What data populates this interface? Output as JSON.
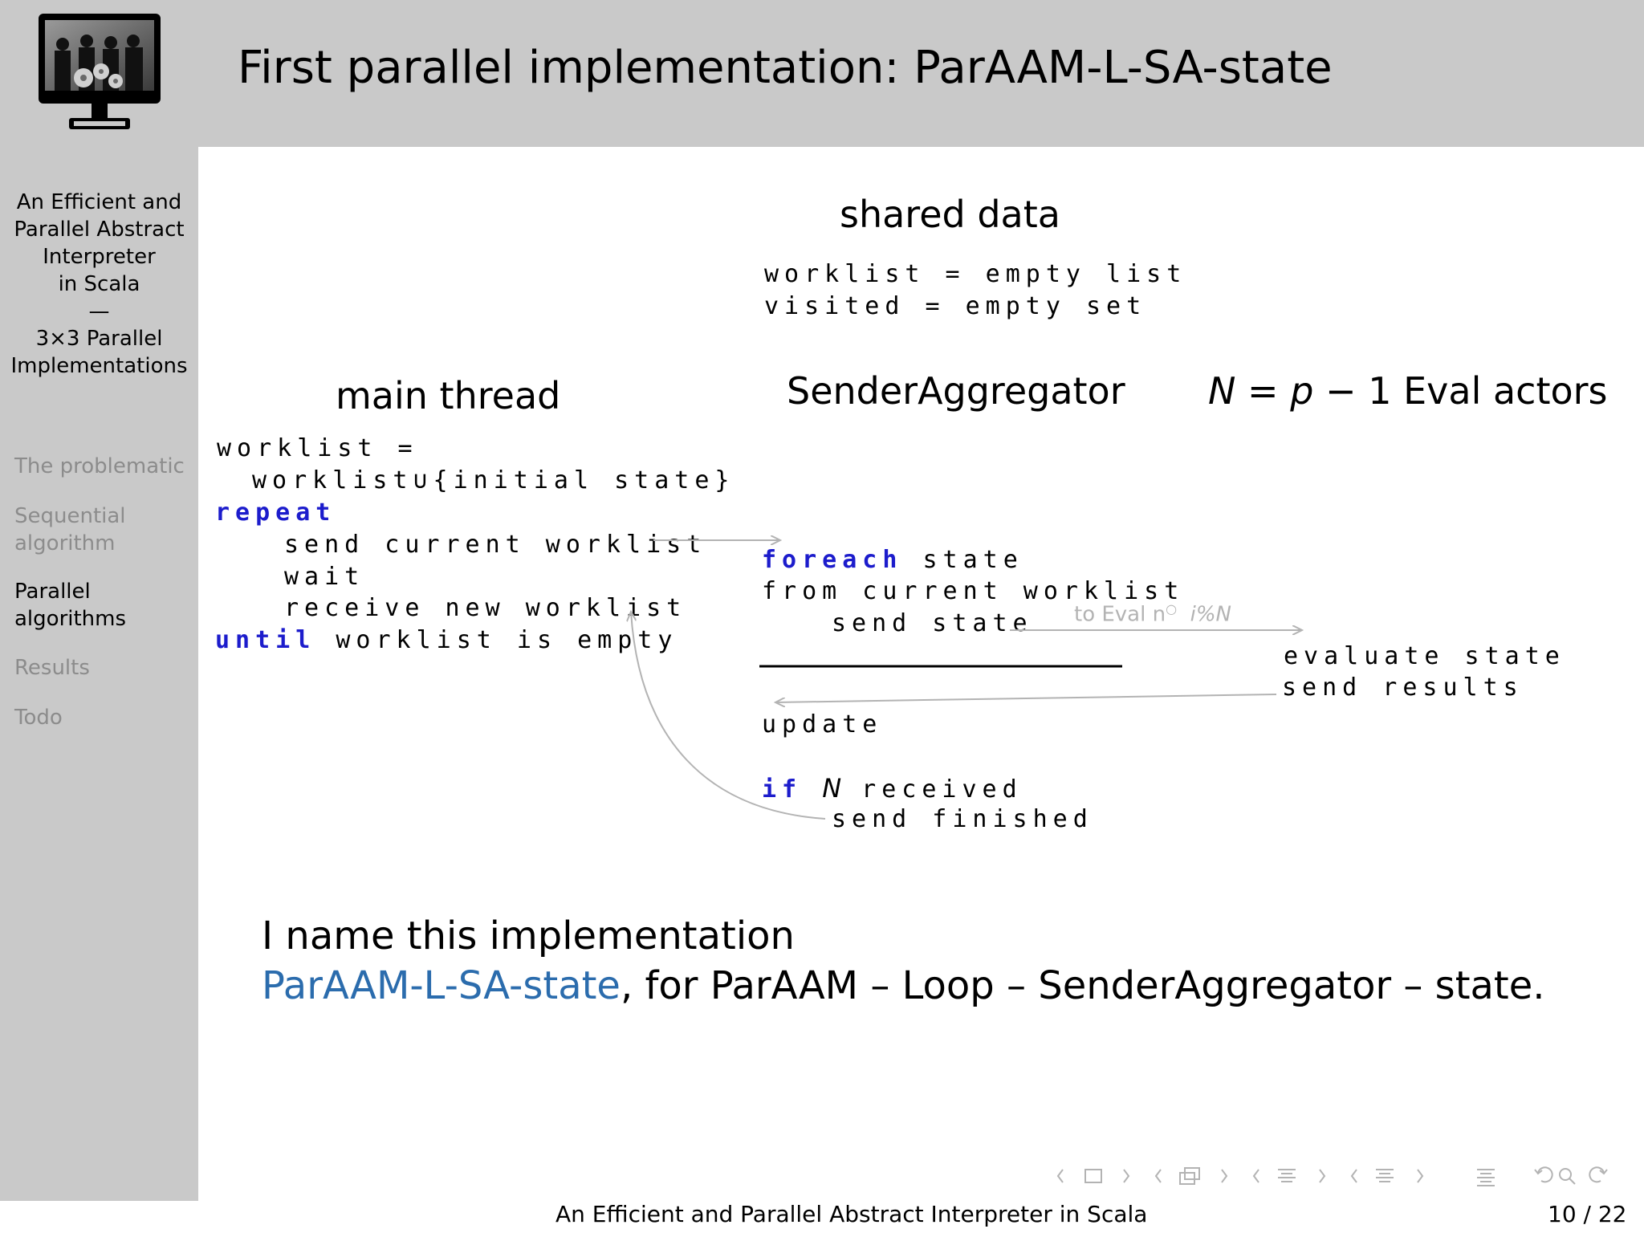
{
  "header": {
    "title": "First parallel implementation: ParAAM-L-SA-state"
  },
  "sidebar": {
    "talk_title_lines": [
      "An Efficient and",
      "Parallel Abstract",
      "Interpreter",
      "in Scala",
      "—",
      "3×3 Parallel",
      "Implementations"
    ],
    "sections": [
      {
        "lines": [
          "The problematic"
        ],
        "current": false
      },
      {
        "lines": [
          "Sequential",
          "algorithm"
        ],
        "current": false
      },
      {
        "lines": [
          "Parallel",
          "algorithms"
        ],
        "current": true
      },
      {
        "lines": [
          "Results"
        ],
        "current": false
      },
      {
        "lines": [
          "Todo"
        ],
        "current": false
      }
    ]
  },
  "diagram": {
    "shared_data": {
      "heading": "shared data",
      "line1": "worklist = empty list",
      "line2": "visited = empty set"
    },
    "main_thread": {
      "heading": "main thread",
      "line1": "worklist =",
      "line2_pre": "worklist",
      "line2_sym": "∪{",
      "line2_post": "initial state}",
      "repeat_kw": "repeat",
      "line3": "send current worklist",
      "line4": "wait",
      "line5": "receive new worklist",
      "until_kw": "until",
      "until_rest": " worklist is empty"
    },
    "sender_aggregator": {
      "heading": "SenderAggregator",
      "foreach_kw": "foreach",
      "foreach_rest": " state",
      "line2": "from current worklist",
      "line3": "send state",
      "arrow_label_text": "to Eval n",
      "arrow_label_deg": "○",
      "arrow_label_math": "i%N",
      "update": "update",
      "if_kw": "if",
      "if_var": "N",
      "if_rest": " received",
      "finished": "send finished"
    },
    "eval_actors": {
      "heading_var1": "N",
      "heading_eq": " = ",
      "heading_var2": "p",
      "heading_rest": " − 1 Eval actors",
      "line1": "evaluate state",
      "line2": "send results"
    }
  },
  "conclusion": {
    "line1": "I name this implementation",
    "highlight": "ParAAM-L-SA-state",
    "rest": ", for ParAAM – Loop – SenderAggregator – state."
  },
  "footer": {
    "text": "An Efficient and Parallel Abstract Interpreter in Scala",
    "page": "10 / 22"
  },
  "colors": {
    "sidebar_bg": "#c9c9c9",
    "keyword": "#1c1ccc",
    "highlight": "#2b6cad",
    "inactive_section": "#8c8c8c",
    "arrow": "#b3b3b3"
  }
}
